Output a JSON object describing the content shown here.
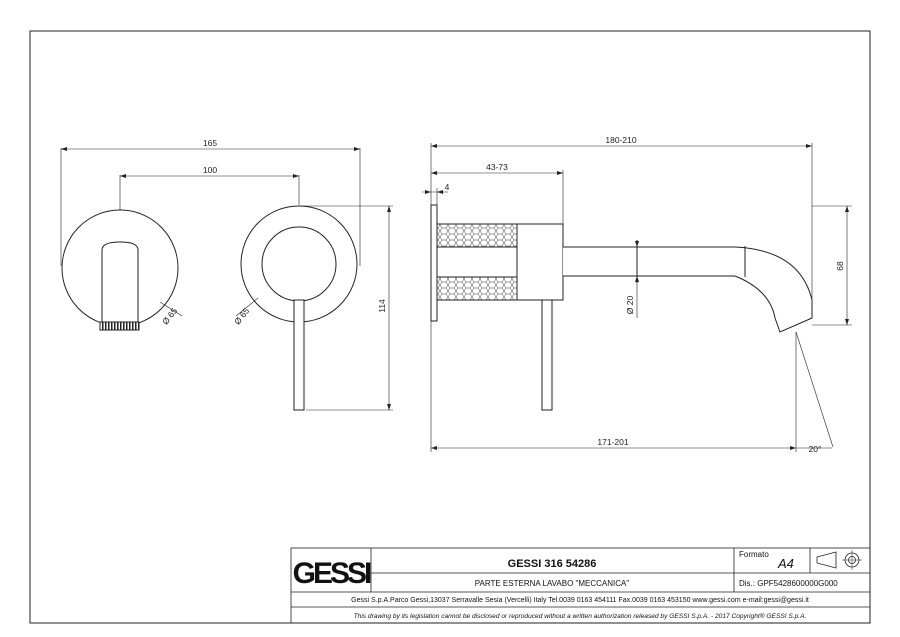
{
  "dimensions": {
    "front_total": "165",
    "front_spacing": "100",
    "spout_diameter": "Ø 65",
    "handle_diameter": "Ø 65",
    "height": "114",
    "side_total": "180-210",
    "side_body": "43-73",
    "plate": "4",
    "pipe_diameter": "Ø 20",
    "spout_drop": "68",
    "side_bottom": "171-201",
    "angle": "20°"
  },
  "title_block": {
    "brand": "GESSI",
    "product_code": "GESSI 316 54286",
    "description": "PARTE ESTERNA LAVABO \"MECCANICA\"",
    "format_label": "Formato",
    "format_value": "A4",
    "drawing_number": "Dis.: GPF5428600000G000",
    "address": "Gessi S.p.A.Parco Gessi,13037 Serravalle Sesia (Vercelli) Italy Tel.0039 0163 454111 Fax.0039 0163 453150 www.gessi.com e-mail:gessi@gessi.it",
    "legal": "This drawing by its legislation cannot be disclosed or reproduced without a written authorization released by GESSI S.p.A. - 2017 Copyright® GESSI S.p.A."
  }
}
